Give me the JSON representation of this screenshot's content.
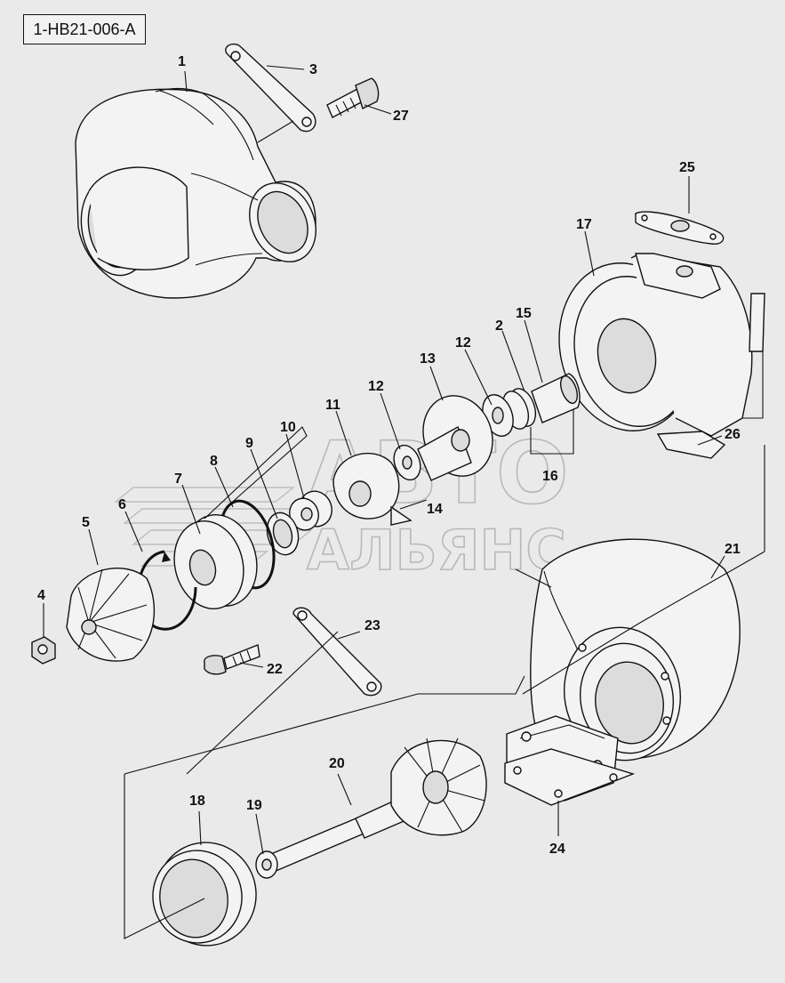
{
  "figure_code": "1-HB21-006-A",
  "callouts": [
    {
      "id": "1",
      "label": "1"
    },
    {
      "id": "2",
      "label": "2"
    },
    {
      "id": "3",
      "label": "3"
    },
    {
      "id": "4",
      "label": "4"
    },
    {
      "id": "5",
      "label": "5"
    },
    {
      "id": "6",
      "label": "6"
    },
    {
      "id": "7",
      "label": "7"
    },
    {
      "id": "8",
      "label": "8"
    },
    {
      "id": "9",
      "label": "9"
    },
    {
      "id": "10",
      "label": "10"
    },
    {
      "id": "11",
      "label": "11"
    },
    {
      "id": "12a",
      "label": "12"
    },
    {
      "id": "12b",
      "label": "12"
    },
    {
      "id": "13",
      "label": "13"
    },
    {
      "id": "14",
      "label": "14"
    },
    {
      "id": "15",
      "label": "15"
    },
    {
      "id": "16",
      "label": "16"
    },
    {
      "id": "17",
      "label": "17"
    },
    {
      "id": "18",
      "label": "18"
    },
    {
      "id": "19",
      "label": "19"
    },
    {
      "id": "20",
      "label": "20"
    },
    {
      "id": "21",
      "label": "21"
    },
    {
      "id": "22",
      "label": "22"
    },
    {
      "id": "23",
      "label": "23"
    },
    {
      "id": "24",
      "label": "24"
    },
    {
      "id": "25",
      "label": "25"
    },
    {
      "id": "26",
      "label": "26"
    },
    {
      "id": "27",
      "label": "27"
    }
  ],
  "watermark": {
    "line1": "АВТО",
    "line2": "АЛЬЯНС"
  },
  "colors": {
    "background": "#eaeaea",
    "ink": "#111111",
    "watermark": "#b8b8b8"
  }
}
